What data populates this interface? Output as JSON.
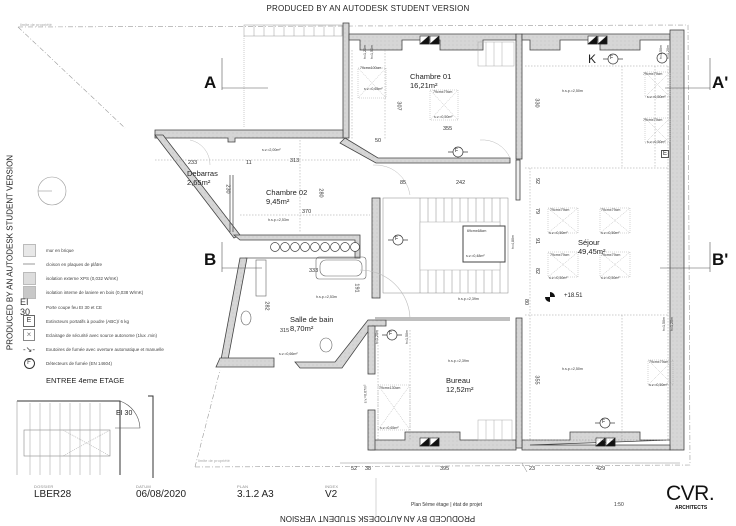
{
  "watermark": {
    "text": "PRODUCED BY AN AUTODESK STUDENT VERSION"
  },
  "property_limit_label": "limite de propriété",
  "sections": {
    "a": "A",
    "a_prime": "A'",
    "b": "B",
    "b_prime": "B'",
    "k": "K"
  },
  "rooms": [
    {
      "name": "Chambre 01",
      "area": "16,21m²"
    },
    {
      "name": "Debarras",
      "area": "2,65m²"
    },
    {
      "name": "Chambre 02",
      "area": "9,45m²"
    },
    {
      "name": "Séjour",
      "area": "49,45m²"
    },
    {
      "name": "Salle de bain",
      "area": "8,70m²"
    },
    {
      "name": "Bureau",
      "area": "12,52m²"
    }
  ],
  "annotations": {
    "hsp_250_a": "h.s.p.=2,50m",
    "hsp_250_b": "h.s.p.=2,50m",
    "hsp_253_ch02": "h.s.p.=2,53m",
    "hsp_253_sdb": "h.s.p.=2,53m",
    "hsp_239_hall": "h.s.p.=2,39m",
    "hsp_239_bureau": "h.s.p.=2,39m",
    "sv_200": "s.v.=2,00m²",
    "sv_065": "s.v.=0,65m²",
    "sv_050": "s.v.=0,50m²",
    "sv_066": "s.v.=0,66m²",
    "sv_065b": "s.v.=0,65m²",
    "sv_067": "s.v.=0,67m²",
    "sv_048": "s.v.=0,48m²",
    "win_79x79": "79cmx79cm",
    "win_79x100": "79cmx100cm",
    "win_79x130": "79cmx130cm",
    "win_69x68": "69cmx68cm",
    "level": "+18.51",
    "extinguisher": "E",
    "smoke_detector": "F",
    "h150": "h=1,50m",
    "h120": "h=1,20m",
    "h480": "h=4,80m"
  },
  "dimensions": {
    "d233": "233",
    "d11": "11",
    "d313": "313",
    "d230": "230",
    "d280": "280",
    "d370": "370",
    "d307": "307",
    "d355": "355",
    "d50": "50",
    "d85": "85",
    "d242": "242",
    "d330": "330",
    "d92": "92",
    "d79": "79",
    "d91": "91",
    "d82": "82",
    "d80": "80",
    "d333": "333",
    "d191": "191",
    "d282": "282",
    "d315": "315",
    "d355b": "355",
    "bottom": [
      "52",
      "38",
      "395",
      "23",
      "429"
    ]
  },
  "legend": [
    {
      "symbol": "swatch-light",
      "label": "mur en brique"
    },
    {
      "symbol": "line",
      "label": "cloison en plaques de plâtre"
    },
    {
      "symbol": "swatch-dotted",
      "label": "isolation  externe XPS (0,032 W/mK)"
    },
    {
      "symbol": "swatch-dark",
      "label": "isolation interne de laniere en bois  (0,038 W/mK)"
    },
    {
      "symbol": "EI 30",
      "label": "Porte coupe feu EI 30 et CE"
    },
    {
      "symbol": "E",
      "label": "Extincteurs portatifs  à poudre (ABC)/ 6 kg"
    },
    {
      "symbol": "x-box",
      "label": "Eclairage de sécurité avec source autonome (1lux .min)"
    },
    {
      "symbol": "smoke-vent",
      "label": "Exutoires de fumée avec overture automatique et manuelle"
    },
    {
      "symbol": "F",
      "label": "Détecteurs de fumée (EN 14604)"
    }
  ],
  "entrance": {
    "title": "ENTREE 4eme ETAGE",
    "door_label": "EI 30"
  },
  "title_block": {
    "dossier_label": "DOSSIER",
    "dossier": "LBER28",
    "datum_label": "DATUM",
    "datum": "06/08/2020",
    "plan_label": "PLAN",
    "plan": "3.1.2 A3",
    "index_label": "INDEX",
    "index": "V2",
    "description": "Plan 5ème étage | état de projet",
    "scale": "1:50",
    "logo": "CVR.",
    "logo_sub": "ARCHITECTS"
  },
  "colors": {
    "wall_fill": "#d4d4d4",
    "wall_stroke": "#444444",
    "line": "#555555",
    "dotted": "#999999"
  }
}
